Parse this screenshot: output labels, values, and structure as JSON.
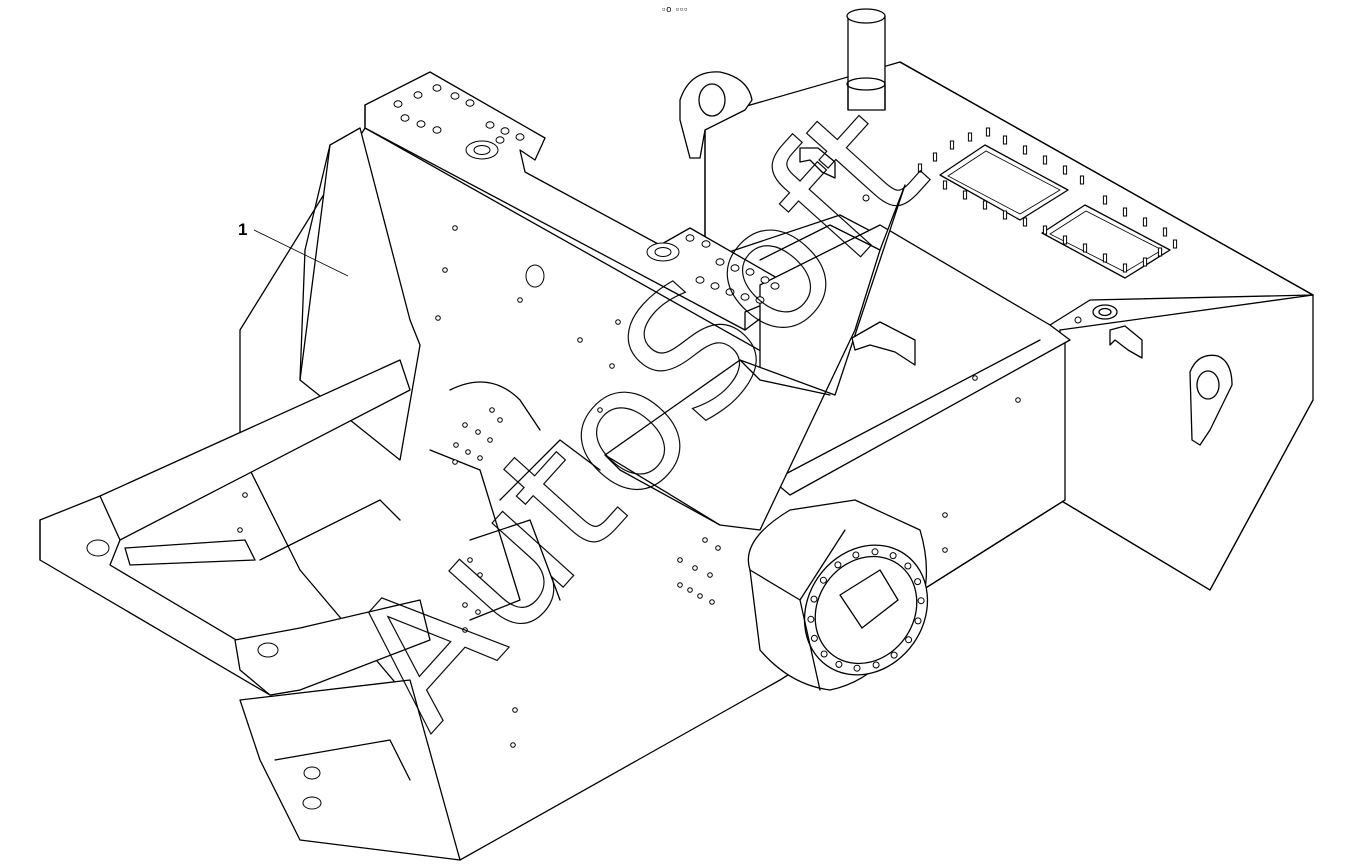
{
  "drawing": {
    "callouts": [
      {
        "label": "1"
      }
    ],
    "watermark": {
      "text": "AutoSoft"
    },
    "top_mark": "▫o ▫▫▫"
  }
}
